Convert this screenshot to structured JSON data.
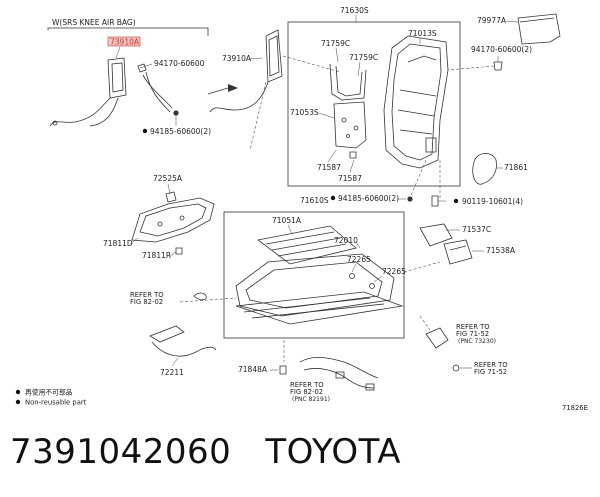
{
  "labels": {
    "variant_note": "W(SRS KNEE AIR BAG)",
    "p73910A_hl": "73910A",
    "p73910A": "73910A",
    "p94170_60600_a": "94170-60600",
    "p94185_60600_a": "94185-60600(2)",
    "p71630S": "71630S",
    "p79977A": "79977A",
    "p94170_60600_b": "94170-60600(2)",
    "p71759C_a": "71759C",
    "p71759C_b": "71759C",
    "p71013S": "71013S",
    "p71053S": "71053S",
    "p71587_a": "71587",
    "p71587_b": "71587",
    "p71861": "71861",
    "p71610S": "71610S",
    "p94185_60600_b": "94185-60600(2)",
    "p90119_10601": "90119-10601(4)",
    "p72525A": "72525A",
    "p71051A": "71051A",
    "p71537C": "71537C",
    "p71811D": "71811D",
    "p71811R": "71811R",
    "p72010": "72010",
    "p71538A": "71538A",
    "p72265_a": "72265",
    "p72265_b": "72265",
    "p72211": "72211",
    "p71848A": "71848A"
  },
  "references": {
    "ref_fig82_left": [
      "REFER TO",
      "FIG 82-02"
    ],
    "ref_fig71_a": [
      "REFER TO",
      "FIG 71-52",
      "(PNC 73230)"
    ],
    "ref_fig71_b": [
      "REFER TO",
      "FIG 71-52"
    ],
    "ref_fig82_bottom": [
      "REFER TO",
      "FIG 82-02",
      "(PNC 82191)"
    ]
  },
  "legend": {
    "item1": "再使用不可部品",
    "item2": "Non-reusable part"
  },
  "diagram_code": "71826E",
  "footer": {
    "part_number": "7391042060",
    "brand": "TOYOTA"
  },
  "colors": {
    "highlight": "#c0392b",
    "line": "#333333"
  }
}
